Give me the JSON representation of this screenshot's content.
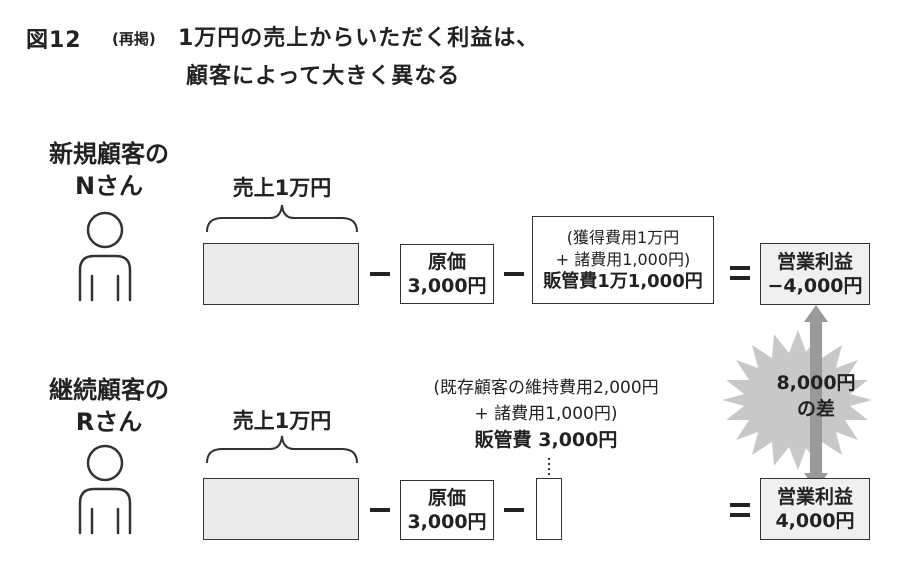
{
  "header": {
    "figure_label": "図12",
    "paren": "(再掲)",
    "title_line1": "1万円の売上からいただく利益は、",
    "title_line2": "顧客によって大きく異なる"
  },
  "new_customer": {
    "name_line1": "新規顧客の",
    "name_line2": "Nさん",
    "sales_label": "売上1万円",
    "cost_label": "原価",
    "cost_value": "3,000円",
    "sga_note_line1": "(獲得費用1万円",
    "sga_note_line2": "+ 諸費用1,000円)",
    "sga_label": "販管費1万1,000円",
    "profit_label": "営業利益",
    "profit_value": "−4,000円"
  },
  "existing_customer": {
    "name_line1": "継続顧客の",
    "name_line2": "Rさん",
    "sales_label": "売上1万円",
    "cost_label": "原価",
    "cost_value": "3,000円",
    "sga_note_line1": "(既存顧客の維持費用2,000円",
    "sga_note_line2": "+ 諸費用1,000円)",
    "sga_label": "販管費 3,000円",
    "profit_label": "営業利益",
    "profit_value": "4,000円"
  },
  "difference": {
    "line1": "8,000円",
    "line2": "の差"
  },
  "colors": {
    "sales_fill": "#eaeaea",
    "profit_fill": "#f0f0f0",
    "arrow": "#9a9a9a",
    "burst": "#c8c8c8"
  }
}
